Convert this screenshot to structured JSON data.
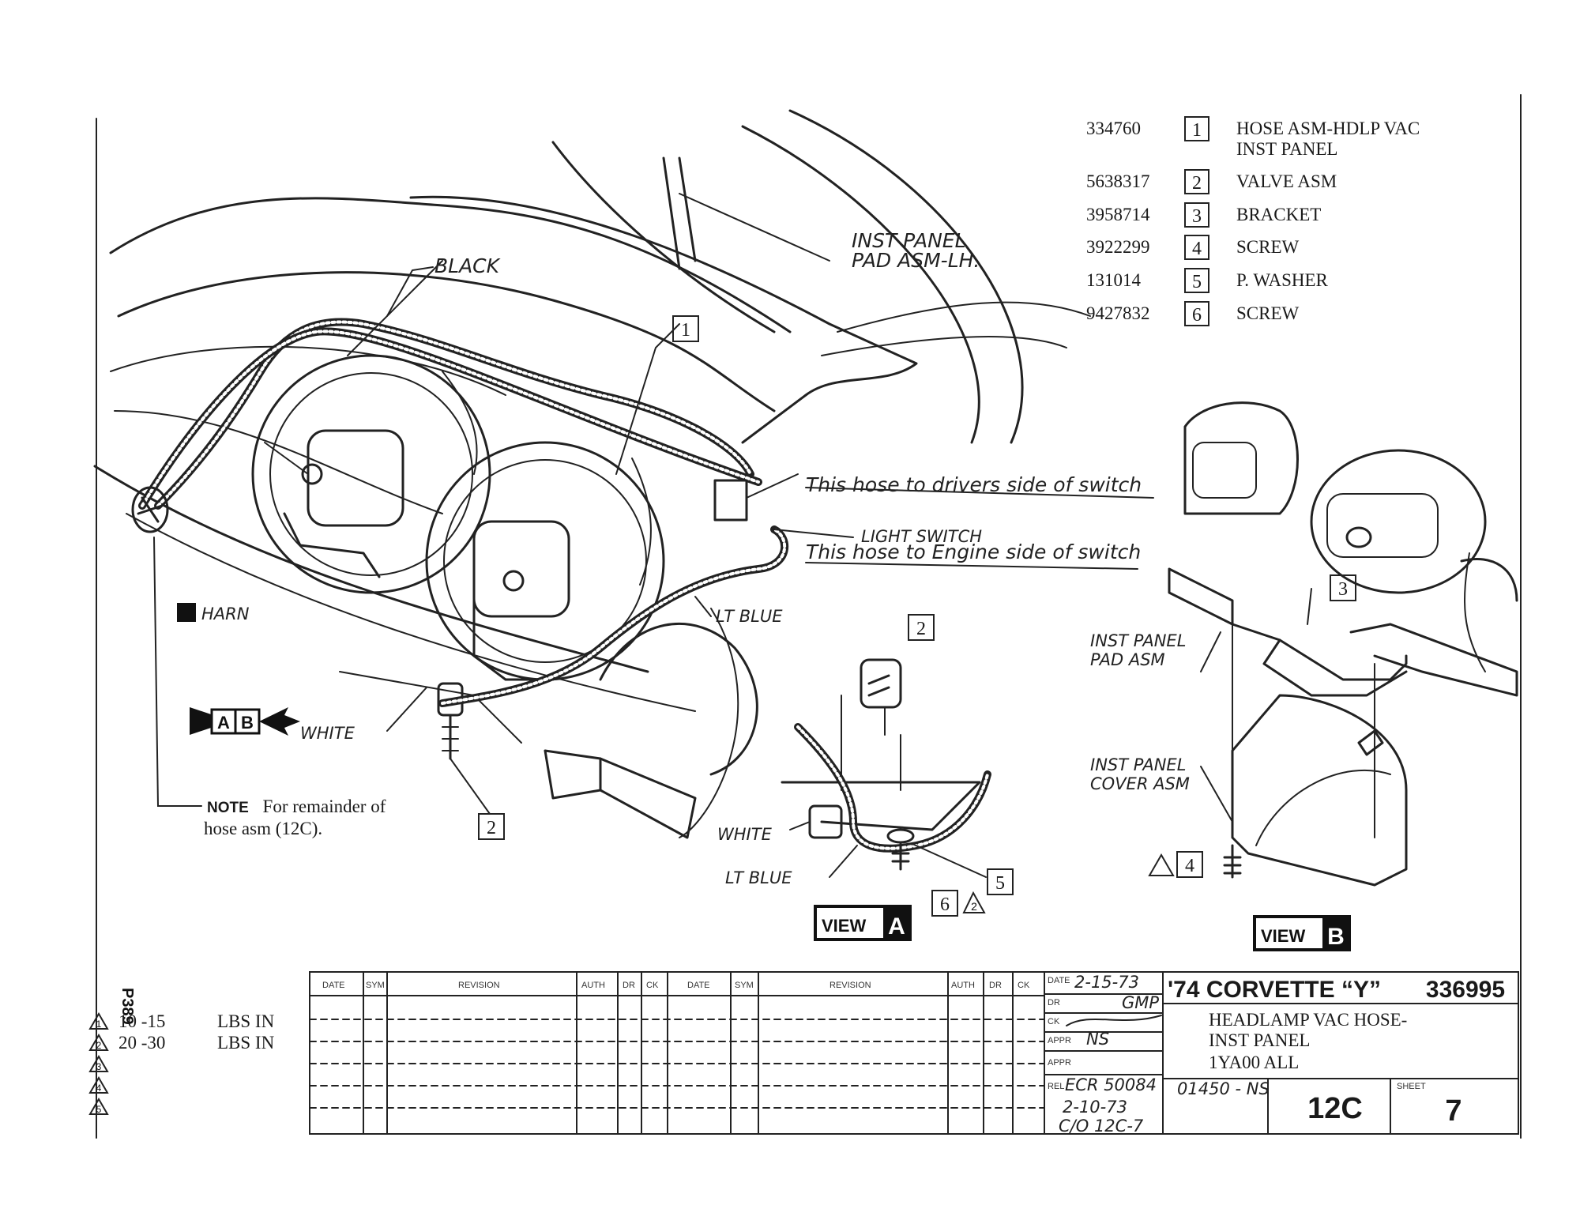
{
  "parts": [
    {
      "number": "334760",
      "ref": "1",
      "desc": [
        "HOSE ASM-HDLP VAC",
        "INST PANEL"
      ]
    },
    {
      "number": "5638317",
      "ref": "2",
      "desc": [
        "VALVE ASM"
      ]
    },
    {
      "number": "3958714",
      "ref": "3",
      "desc": [
        "BRACKET"
      ]
    },
    {
      "number": "3922299",
      "ref": "4",
      "desc": [
        "SCREW"
      ]
    },
    {
      "number": "131014",
      "ref": "5",
      "desc": [
        "P. WASHER"
      ]
    },
    {
      "number": "9427832",
      "ref": "6",
      "desc": [
        "SCREW"
      ]
    }
  ],
  "labels": {
    "black": "BLACK",
    "inst_panel_pad_lh": [
      "INST PANEL",
      "PAD ASM-LH."
    ],
    "drivers_side": "This hose to drivers side of switch",
    "engine_side": "This hose to Engine side of switch",
    "light_switch": "LIGHT SWITCH",
    "lt_blue": "LT BLUE",
    "harn": "HARN",
    "white": "WHITE",
    "inst_panel_pad": [
      "INST PANEL",
      "PAD ASM"
    ],
    "inst_panel_cover": [
      "INST PANEL",
      "COVER ASM"
    ],
    "white_view_a": "WHITE",
    "lt_blue_view_a": "LT BLUE",
    "view_a": "VIEW A",
    "view_b": "VIEW B",
    "view_a_letter": "A",
    "view_b_letter": "B",
    "view_word": "VIEW",
    "callout_1": "1",
    "callout_2_main": "2",
    "callout_2_view": "2",
    "callout_3": "3",
    "callout_4": "4",
    "callout_5": "5",
    "callout_6": "6",
    "ref_a": "A",
    "ref_b": "B"
  },
  "note": {
    "keyword": "NOTE",
    "text": "For remainder of",
    "text2": "hose asm (12C)."
  },
  "torque_specs": [
    {
      "flag": "1",
      "spec": "10 -15",
      "unit": "LBS IN"
    },
    {
      "flag": "2",
      "spec": "20 -30",
      "unit": "LBS IN"
    },
    {
      "flag": "3",
      "spec": "",
      "unit": ""
    },
    {
      "flag": "4",
      "spec": "",
      "unit": ""
    },
    {
      "flag": "5",
      "spec": "",
      "unit": ""
    }
  ],
  "side_code": "P389",
  "title_block": {
    "rev_headers_left": [
      "DATE",
      "SYM",
      "REVISION",
      "AUTH",
      "DR",
      "CK"
    ],
    "rev_headers_right": [
      "DATE",
      "SYM",
      "REVISION",
      "AUTH",
      "DR",
      "CK"
    ],
    "date_label": "DATE",
    "date": "2-15-73",
    "dr_label": "DR",
    "dr": "GMP",
    "ck_label": "CK",
    "appr_label": "APPR",
    "appr": "NS",
    "rel_label": "REL",
    "rel": "ECR 50084",
    "rel_date": "2-10-73",
    "rel_ref": "C/O 12C-7",
    "model": "'74 CORVETTE “Y”",
    "drawing_no": "336995",
    "title_lines": [
      "HEADLAMP VAC HOSE-",
      "INST PANEL",
      "1YA00 ALL"
    ],
    "code": "01450 - NS",
    "group": "12C",
    "sheet_label": "SHEET",
    "sheet": "7"
  }
}
